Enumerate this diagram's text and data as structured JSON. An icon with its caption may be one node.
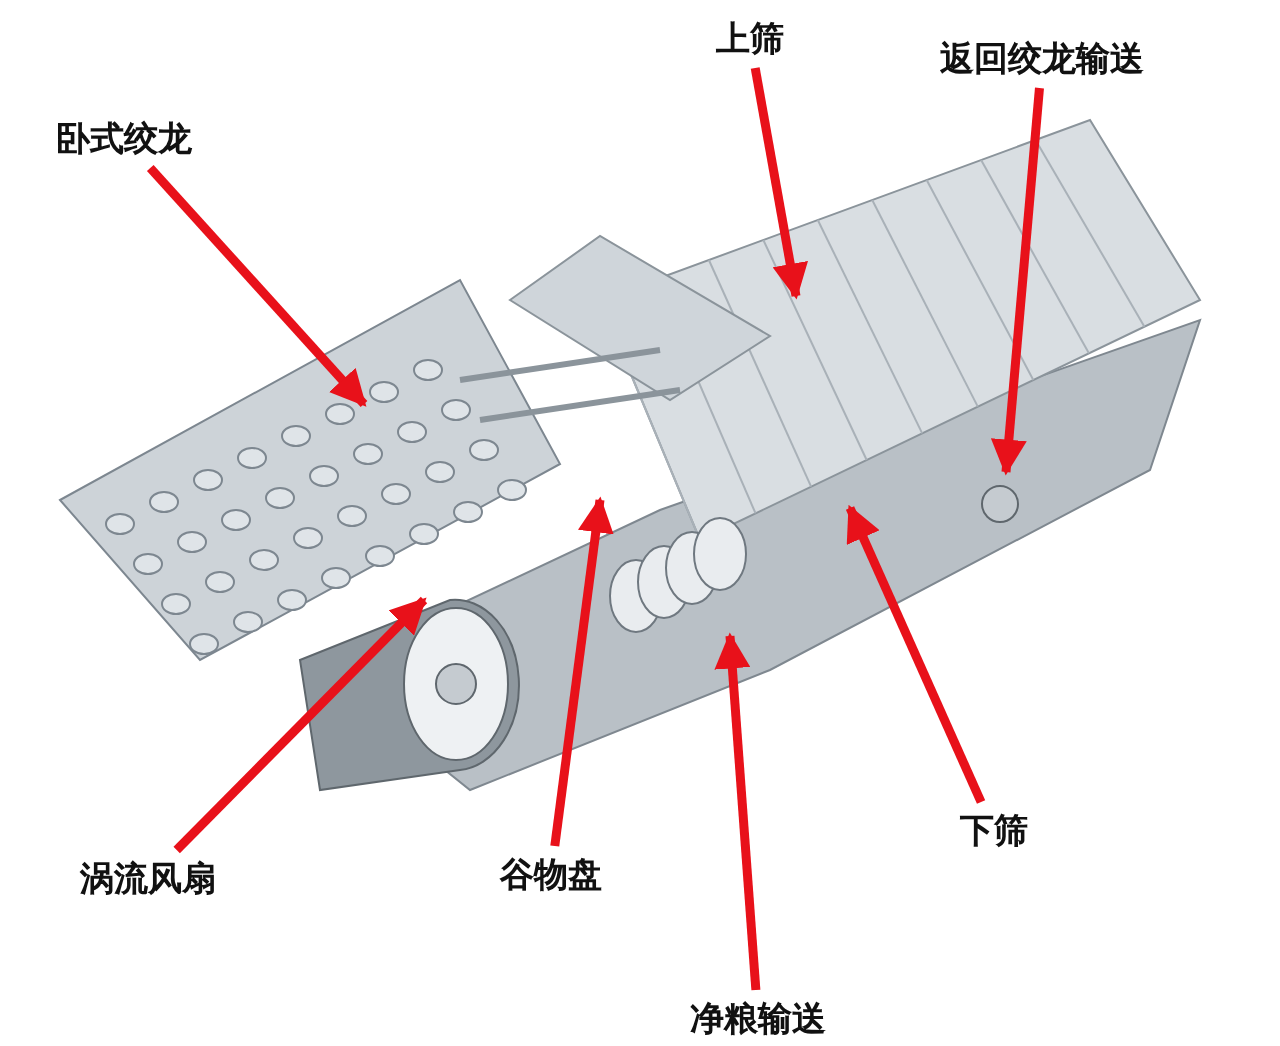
{
  "diagram": {
    "nodes": [
      {
        "text": [
          "卧式绞龙"
        ]
      },
      {
        "text": [
          "上筛"
        ]
      },
      {
        "text": [
          "返回绞龙输送"
        ]
      },
      {
        "text": [
          "涡流风扇"
        ]
      },
      {
        "text": [
          "谷物盘"
        ]
      },
      {
        "text": [
          "净粮输送"
        ]
      },
      {
        "text": [
          "下筛"
        ]
      }
    ],
    "edges": [
      {
        "from": 0,
        "to": null,
        "arrow": "to"
      },
      {
        "from": 1,
        "to": null,
        "arrow": "to"
      },
      {
        "from": 2,
        "to": null,
        "arrow": "to"
      },
      {
        "from": 3,
        "to": null,
        "arrow": "to"
      },
      {
        "from": 4,
        "to": null,
        "arrow": "to"
      },
      {
        "from": 5,
        "to": null,
        "arrow": "to"
      },
      {
        "from": 6,
        "to": null,
        "arrow": "to"
      }
    ]
  }
}
